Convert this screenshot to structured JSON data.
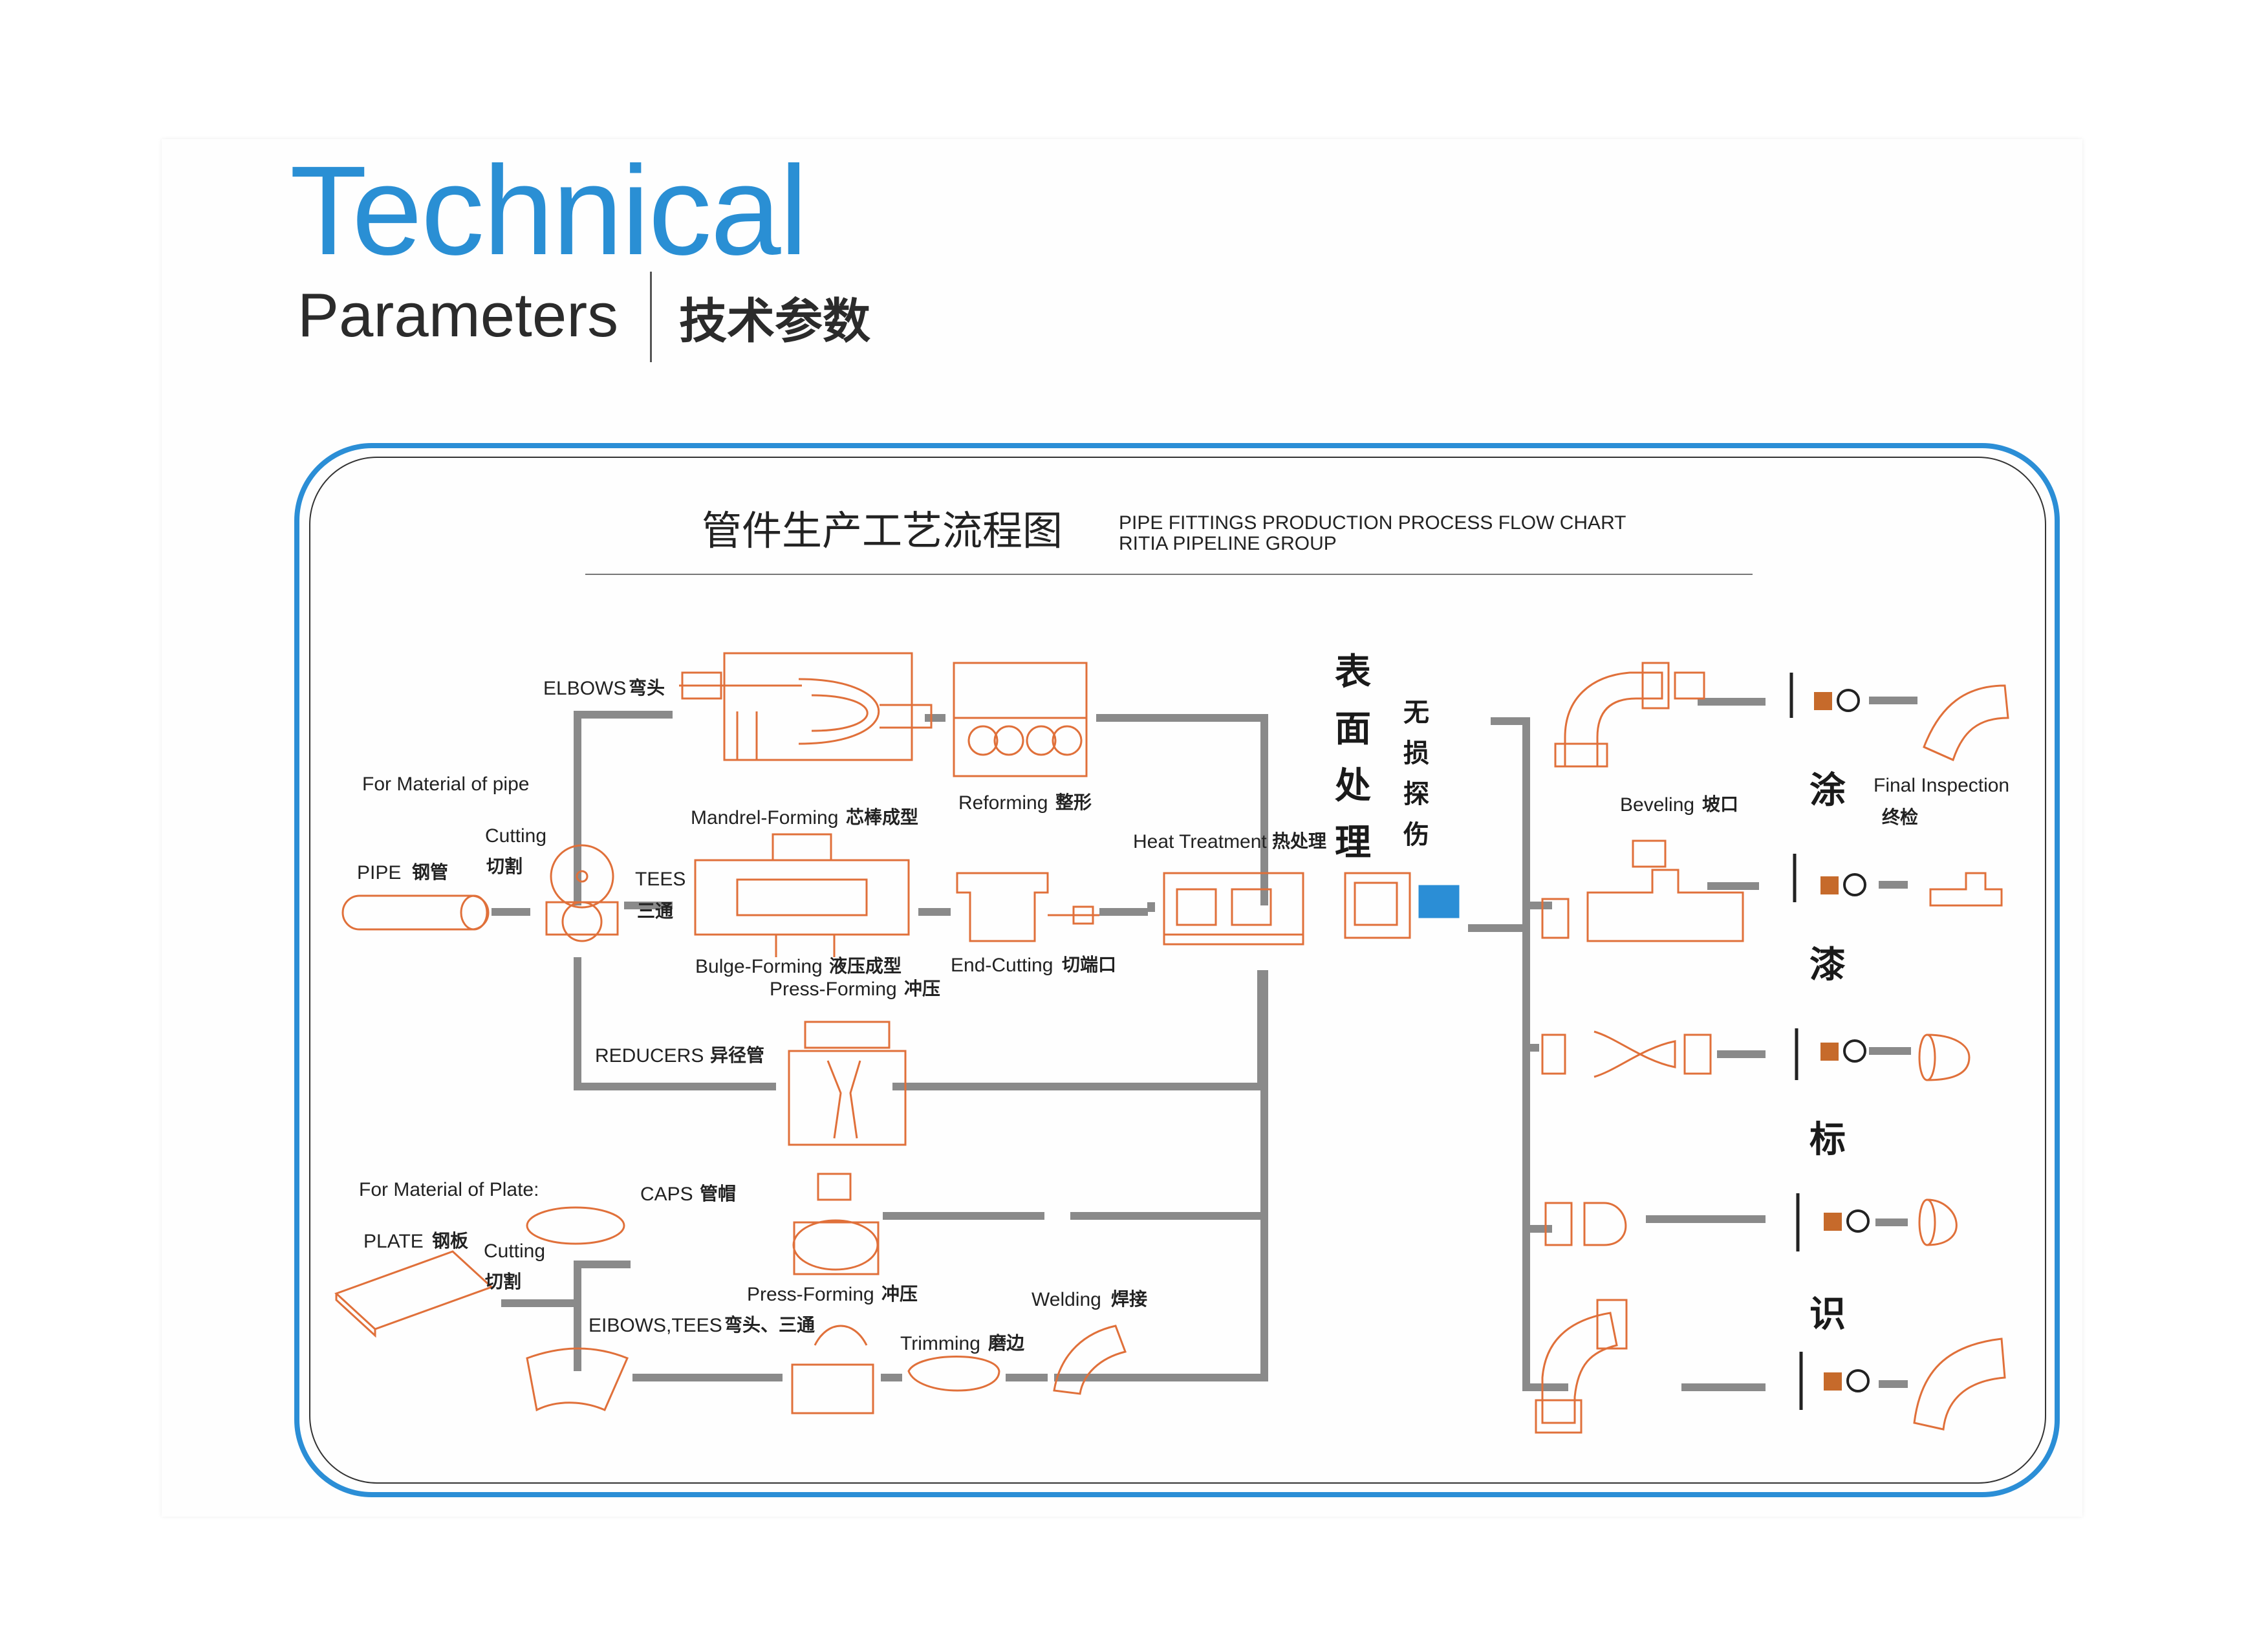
{
  "header": {
    "title_line1": "Technical",
    "title_line2": "Parameters",
    "title_cn": "技术参数"
  },
  "chart": {
    "title_cn": "管件生产工艺流程图",
    "title_en_1": "PIPE FITTINGS PRODUCTION PROCESS FLOW CHART",
    "title_en_2": "RITIA PIPELINE GROUP"
  },
  "labels": {
    "material_pipe": "For Material of pipe",
    "pipe": "PIPE",
    "pipe_cn": "钢管",
    "cutting_1": "Cutting",
    "cutting_1_cn": "切割",
    "elbows": "ELBOWS",
    "elbows_cn": "弯头",
    "mandrel_forming": "Mandrel-Forming",
    "mandrel_forming_cn": "芯棒成型",
    "reforming": "Reforming",
    "reforming_cn": "整形",
    "tees": "TEES",
    "tees_cn": "三通",
    "bulge_forming": "Bulge-Forming",
    "bulge_forming_cn": "液压成型",
    "press_forming_1": "Press-Forming",
    "press_forming_1_cn": "冲压",
    "end_cutting": "End-Cutting",
    "end_cutting_cn": "切端口",
    "heat_treatment": "Heat Treatment",
    "heat_treatment_cn": "热处理",
    "reducers": "REDUCERS",
    "reducers_cn": "异径管",
    "material_plate": "For Material of Plate:",
    "plate": "PLATE",
    "plate_cn": "钢板",
    "cutting_2": "Cutting",
    "cutting_2_cn": "切割",
    "caps": "CAPS",
    "caps_cn": "管帽",
    "press_forming_2": "Press-Forming",
    "press_forming_2_cn": "冲压",
    "welding": "Welding",
    "welding_cn": "焊接",
    "elbows_tees": "EIBOWS,TEES",
    "elbows_tees_cn": "弯头、三通",
    "trimming": "Trimming",
    "trimming_cn": "磨边",
    "surface_1": "表",
    "surface_2": "面",
    "surface_3": "处",
    "surface_4": "理",
    "ndt_1": "无",
    "ndt_2": "损",
    "ndt_3": "探",
    "ndt_4": "伤",
    "beveling": "Beveling",
    "beveling_cn": "坡口",
    "coat_1": "涂",
    "coat_2": "漆",
    "coat_3": "标",
    "coat_4": "识",
    "final_inspection": "Final Inspection",
    "final_inspection_cn": "终检"
  },
  "colors": {
    "accent_blue": "#2a8fd4",
    "sketch_orange": "#e0703a",
    "connector_gray": "#8a8a8a"
  }
}
